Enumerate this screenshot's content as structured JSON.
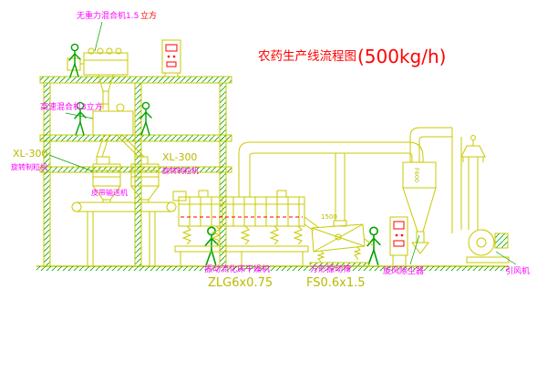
{
  "title": {
    "text": "农药生产线流程图",
    "capacity": "(500kg/h)"
  },
  "labels": {
    "mixer_top_name": "无重力混合机1.5",
    "mixer_top_unit": "立方",
    "mixer_mid": "高速混合机3立方",
    "granulator_left_model": "XL-300",
    "granulator_left_name": "旋转制粒机",
    "granulator_right_model": "XL-300",
    "granulator_right_name": "旋转制粒机",
    "belt_conveyor": "皮带输送机",
    "dryer_name": "振动流化床干燥机",
    "dryer_model": "ZLG6x0.75",
    "sieve_name": "方形振动筛",
    "sieve_model": "FS0.6x1.5",
    "cyclone_name": "旋风除尘器",
    "fan_name": "引风机",
    "dim_sieve": "1500",
    "dim_cyclone": "F600"
  },
  "colors": {
    "line_yellow": "#c9c900",
    "line_green": "#00a300",
    "label_magenta": "#ff00ff",
    "title_red": "#ff0000",
    "background": "#ffffff"
  }
}
